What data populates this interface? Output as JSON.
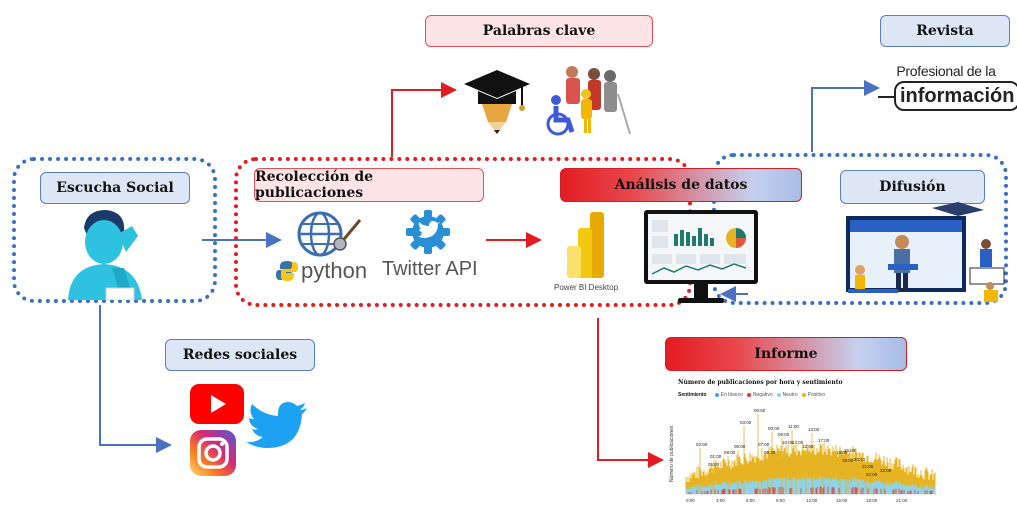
{
  "labels": {
    "palabras_clave": "Palabras clave",
    "revista": "Revista",
    "escucha_social": "Escucha Social",
    "recoleccion": "Recolección de publicaciones",
    "analisis": "Análisis de datos",
    "difusion": "Difusión",
    "redes_sociales": "Redes sociales",
    "informe": "Informe"
  },
  "logos": {
    "python": "python",
    "twitter_api": "Twitter API",
    "powerbi": "Power BI Desktop",
    "revista_top": "Profesional de la",
    "revista_bottom": "información"
  },
  "report": {
    "title": "Número de publicaciones por hora y sentimiento",
    "legend_title": "Sentimiento",
    "legend": [
      {
        "name": "En blanco",
        "color": "#4a9be0"
      },
      {
        "name": "Negativo",
        "color": "#e53935"
      },
      {
        "name": "Neutro",
        "color": "#8fd3e8"
      },
      {
        "name": "Positivo",
        "color": "#e6b422"
      }
    ],
    "y_label": "Número de publicaciones",
    "peak_labels": [
      "00:50",
      "03:00",
      "00:00",
      "11:00",
      "09:00",
      "13:00",
      "10:00",
      "17:00",
      "06:00",
      "07:00",
      "12:00",
      "14:00",
      "18:00",
      "19:00",
      "20:10",
      "21:00",
      "22:00",
      "23:00",
      "02:00",
      "01:00",
      "08:00",
      "05:00",
      "15:00",
      "09:30"
    ],
    "x_ticks": [
      "0:00",
      "3:00",
      "6:00",
      "9:00",
      "12:00",
      "15:00",
      "18:00",
      "21:00"
    ]
  }
}
